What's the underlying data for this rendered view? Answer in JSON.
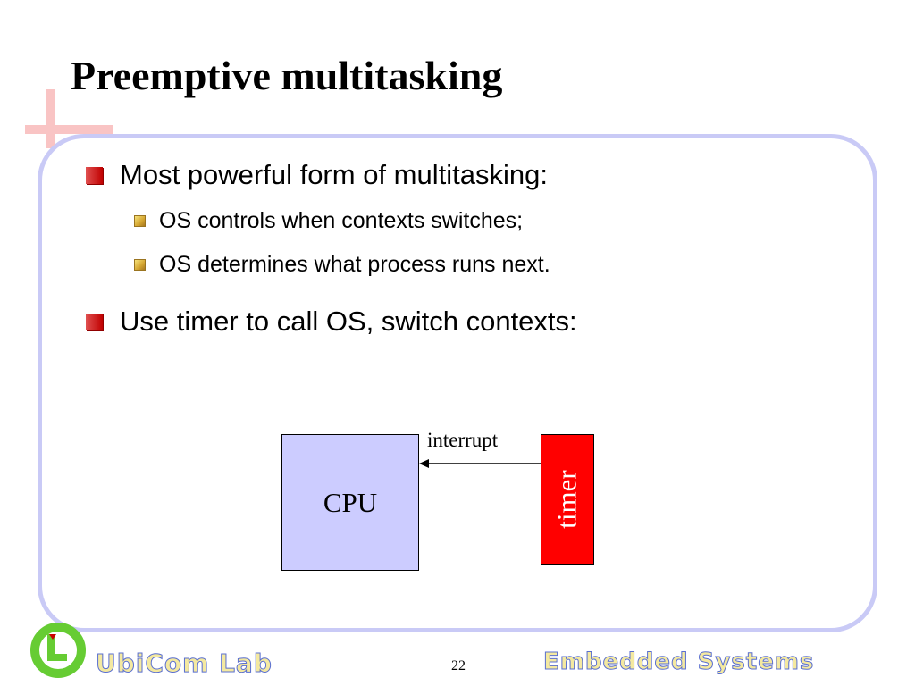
{
  "slide": {
    "title": "Preemptive multitasking",
    "page_number": "22"
  },
  "bullets": [
    {
      "text": "Most powerful form of multitasking:",
      "level": 1
    },
    {
      "text": "OS controls when contexts switches;",
      "level": 2
    },
    {
      "text": "OS determines what process runs next.",
      "level": 2
    },
    {
      "text": "Use timer to call OS, switch contexts:",
      "level": 1
    }
  ],
  "diagram": {
    "cpu_label": "CPU",
    "timer_label": "timer",
    "arrow_label": "interrupt",
    "cpu_color": "#ccccff",
    "timer_color": "#ff0000"
  },
  "footer": {
    "lab_name": "UbiCom Lab",
    "course_name": "Embedded Systems",
    "logo_icon": "ubicom-logo-icon"
  },
  "colors": {
    "frame_border": "#c9caf6",
    "bullet_l1": "#c00000",
    "bullet_l2": "#d4a530",
    "deco_cross": "#f9c4c4"
  }
}
